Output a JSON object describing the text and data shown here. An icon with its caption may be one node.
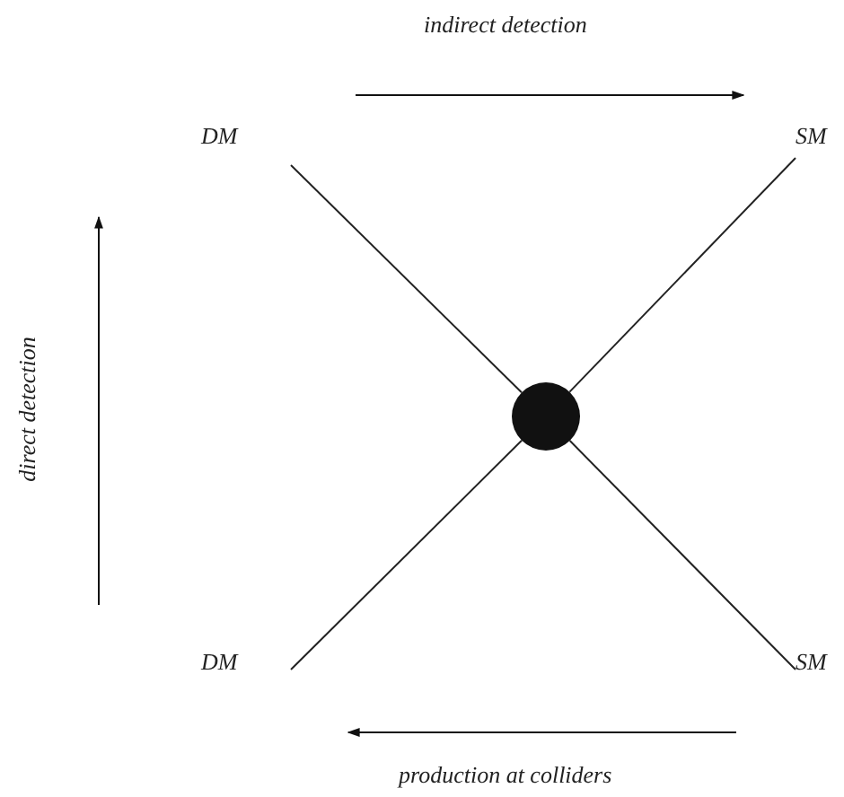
{
  "diagram": {
    "nodes": [
      {
        "text": [
          "DM"
        ]
      },
      {
        "text": [
          "SM"
        ]
      },
      {
        "text": [],
        "shape": "circle"
      },
      {
        "text": [
          "DM"
        ]
      },
      {
        "text": [
          "SM"
        ]
      }
    ],
    "edges": [
      {
        "from": 0,
        "to": 2,
        "arrow": "none"
      },
      {
        "from": 1,
        "to": 2,
        "arrow": "none"
      },
      {
        "from": 3,
        "to": 2,
        "arrow": "none"
      },
      {
        "from": 4,
        "to": 2,
        "arrow": "none"
      }
    ],
    "labels": [
      "indirect detection",
      "direct detection",
      "production at colliders"
    ]
  }
}
